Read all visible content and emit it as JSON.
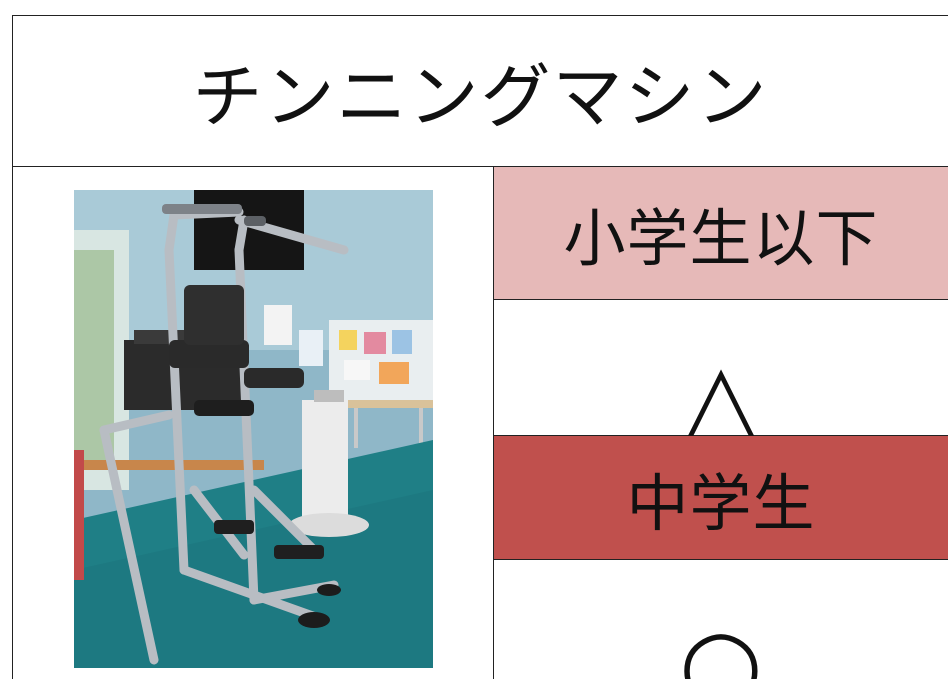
{
  "title": "チンニングマシン",
  "photo": {
    "icon": "chinning-machine-photo",
    "colors": {
      "floor": "#1f7f86",
      "wall": "#8fb9cc",
      "frame": "#b7bcc2"
    }
  },
  "categories": [
    {
      "label": "小学生以下",
      "mark": "△",
      "color": "#e6b9b8"
    },
    {
      "label": "中学生",
      "mark": "○",
      "color": "#c0504d"
    }
  ]
}
